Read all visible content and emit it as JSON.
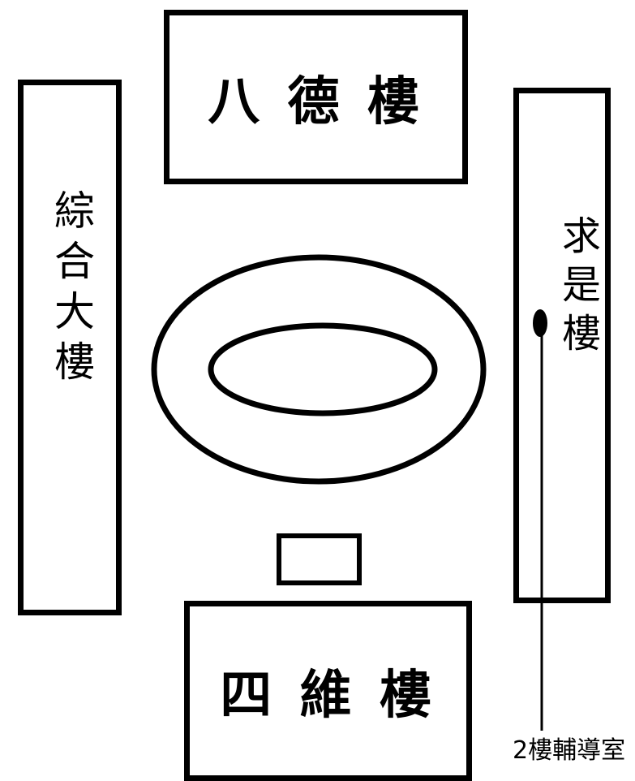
{
  "buildings": {
    "bade": {
      "label": "八 德 樓"
    },
    "zonghe": {
      "label": "綜合大樓"
    },
    "qiushi": {
      "label": "求是樓"
    },
    "siwei": {
      "label": "四 維 樓"
    }
  },
  "marker": {
    "label": "2樓輔導室"
  }
}
